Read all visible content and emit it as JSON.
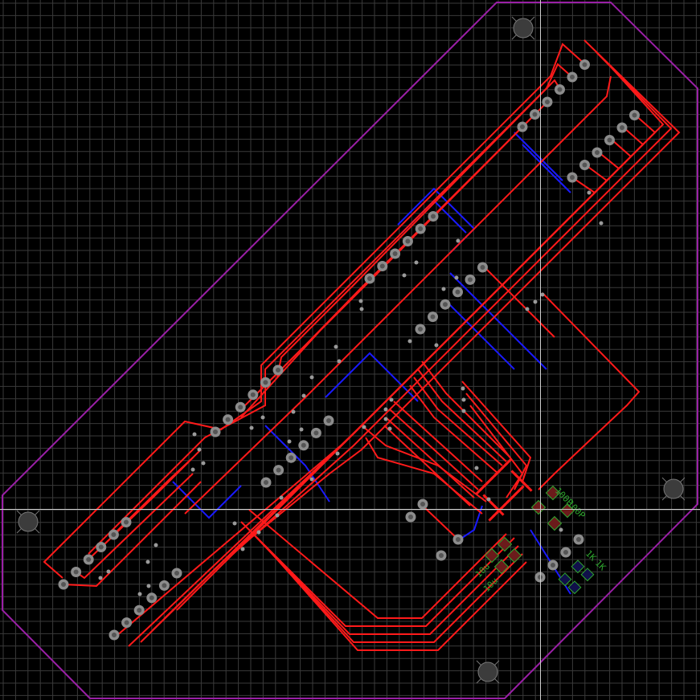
{
  "app": {
    "view": "pcb-layout-editor"
  },
  "colors": {
    "background": "#000000",
    "grid": "#3a3a3a",
    "crosshair": "#cfcfcf",
    "board_outline": "#9a1fa6",
    "top_copper": "#ff1a1a",
    "bottom_copper": "#1a1aff",
    "pad": "#8c8c8c",
    "silk_green": "#2fa52f",
    "smd_pad": "#6b1b1b"
  },
  "labels": {
    "cap1": "100P",
    "cap2": "100P",
    "res1": "1K",
    "res2": "1K",
    "ind1": "10u",
    "ind2": "10u"
  },
  "icons": {
    "mounting_hole": "mounting-hole-icon",
    "crosshair": "cursor-crosshair-icon"
  }
}
